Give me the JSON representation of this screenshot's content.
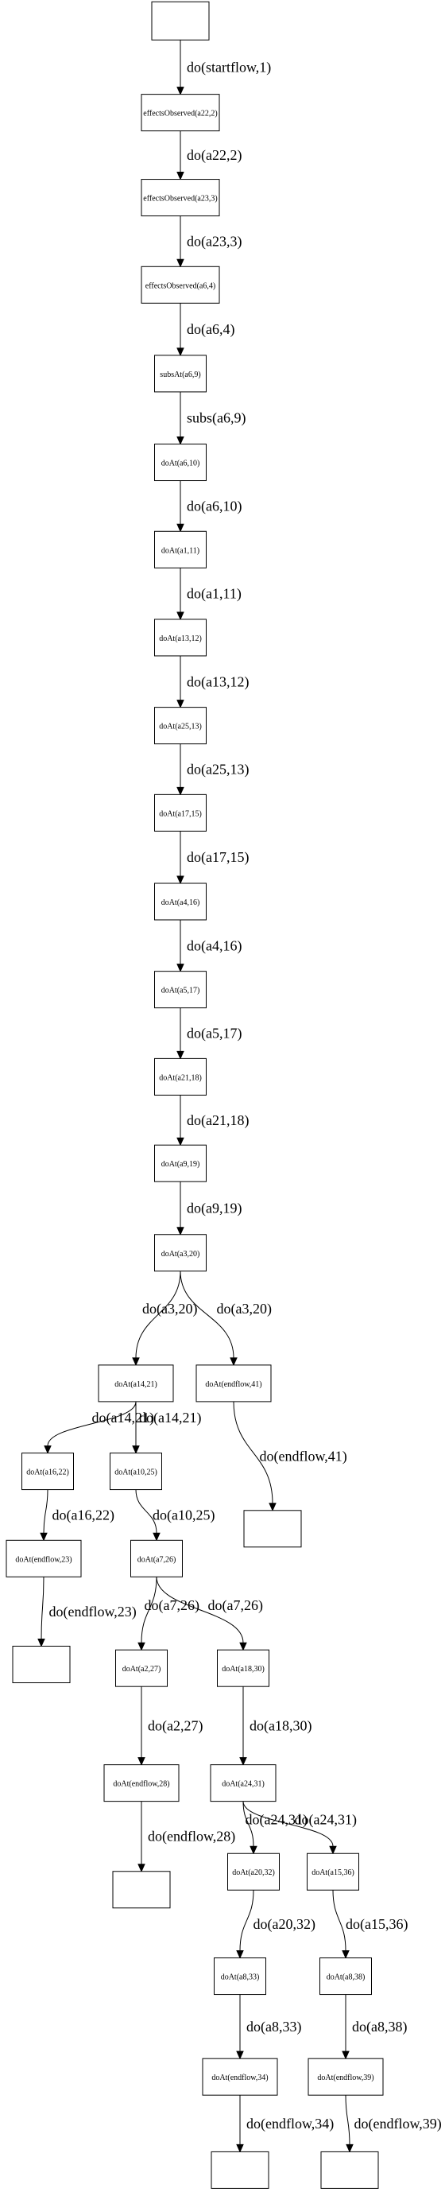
{
  "nodes": [
    {
      "id": "n0",
      "label": ""
    },
    {
      "id": "n1",
      "label": "effectsObserved(a22,2)"
    },
    {
      "id": "n2",
      "label": "effectsObserved(a23,3)"
    },
    {
      "id": "n3",
      "label": "effectsObserved(a6,4)"
    },
    {
      "id": "n4",
      "label": "subsAt(a6,9)"
    },
    {
      "id": "n5",
      "label": "doAt(a6,10)"
    },
    {
      "id": "n6",
      "label": "doAt(a1,11)"
    },
    {
      "id": "n7",
      "label": "doAt(a13,12)"
    },
    {
      "id": "n8",
      "label": "doAt(a25,13)"
    },
    {
      "id": "n9",
      "label": "doAt(a17,15)"
    },
    {
      "id": "n10",
      "label": "doAt(a4,16)"
    },
    {
      "id": "n11",
      "label": "doAt(a5,17)"
    },
    {
      "id": "n12",
      "label": "doAt(a21,18)"
    },
    {
      "id": "n13",
      "label": "doAt(a9,19)"
    },
    {
      "id": "n14",
      "label": "doAt(a3,20)"
    },
    {
      "id": "n15",
      "label": "doAt(a14,21)"
    },
    {
      "id": "n16",
      "label": "doAt(endflow,41)"
    },
    {
      "id": "n17",
      "label": "doAt(a16,22)"
    },
    {
      "id": "n18",
      "label": "doAt(a10,25)"
    },
    {
      "id": "n19",
      "label": ""
    },
    {
      "id": "n20",
      "label": "doAt(endflow,23)"
    },
    {
      "id": "n21",
      "label": "doAt(a7,26)"
    },
    {
      "id": "n22",
      "label": ""
    },
    {
      "id": "n23",
      "label": "doAt(a2,27)"
    },
    {
      "id": "n24",
      "label": "doAt(a18,30)"
    },
    {
      "id": "n25",
      "label": "doAt(endflow,28)"
    },
    {
      "id": "n26",
      "label": "doAt(a24,31)"
    },
    {
      "id": "n27",
      "label": ""
    },
    {
      "id": "n28",
      "label": "doAt(a20,32)"
    },
    {
      "id": "n29",
      "label": "doAt(a15,36)"
    },
    {
      "id": "n30",
      "label": "doAt(a8,33)"
    },
    {
      "id": "n31",
      "label": "doAt(a8,38)"
    },
    {
      "id": "n32",
      "label": "doAt(endflow,34)"
    },
    {
      "id": "n33",
      "label": "doAt(endflow,39)"
    },
    {
      "id": "n34",
      "label": ""
    },
    {
      "id": "n35",
      "label": ""
    }
  ],
  "edges": [
    {
      "from": "n0",
      "to": "n1",
      "label": "do(startflow,1)"
    },
    {
      "from": "n1",
      "to": "n2",
      "label": "do(a22,2)"
    },
    {
      "from": "n2",
      "to": "n3",
      "label": "do(a23,3)"
    },
    {
      "from": "n3",
      "to": "n4",
      "label": "do(a6,4)"
    },
    {
      "from": "n4",
      "to": "n5",
      "label": "subs(a6,9)"
    },
    {
      "from": "n5",
      "to": "n6",
      "label": "do(a6,10)"
    },
    {
      "from": "n6",
      "to": "n7",
      "label": "do(a1,11)"
    },
    {
      "from": "n7",
      "to": "n8",
      "label": "do(a13,12)"
    },
    {
      "from": "n8",
      "to": "n9",
      "label": "do(a25,13)"
    },
    {
      "from": "n9",
      "to": "n10",
      "label": "do(a17,15)"
    },
    {
      "from": "n10",
      "to": "n11",
      "label": "do(a4,16)"
    },
    {
      "from": "n11",
      "to": "n12",
      "label": "do(a5,17)"
    },
    {
      "from": "n12",
      "to": "n13",
      "label": "do(a21,18)"
    },
    {
      "from": "n13",
      "to": "n14",
      "label": "do(a9,19)"
    },
    {
      "from": "n14",
      "to": "n15",
      "label": "do(a3,20)"
    },
    {
      "from": "n14",
      "to": "n16",
      "label": "do(a3,20)"
    },
    {
      "from": "n15",
      "to": "n17",
      "label": "do(a14,21)"
    },
    {
      "from": "n15",
      "to": "n18",
      "label": "do(a14,21)"
    },
    {
      "from": "n16",
      "to": "n19",
      "label": "do(endflow,41)"
    },
    {
      "from": "n17",
      "to": "n20",
      "label": "do(a16,22)"
    },
    {
      "from": "n18",
      "to": "n21",
      "label": "do(a10,25)"
    },
    {
      "from": "n20",
      "to": "n22",
      "label": "do(endflow,23)"
    },
    {
      "from": "n21",
      "to": "n23",
      "label": "do(a7,26)"
    },
    {
      "from": "n21",
      "to": "n24",
      "label": "do(a7,26)"
    },
    {
      "from": "n23",
      "to": "n25",
      "label": "do(a2,27)"
    },
    {
      "from": "n24",
      "to": "n26",
      "label": "do(a18,30)"
    },
    {
      "from": "n25",
      "to": "n27",
      "label": "do(endflow,28)"
    },
    {
      "from": "n26",
      "to": "n28",
      "label": "do(a24,31)"
    },
    {
      "from": "n26",
      "to": "n29",
      "label": "do(a24,31)"
    },
    {
      "from": "n28",
      "to": "n30",
      "label": "do(a20,32)"
    },
    {
      "from": "n29",
      "to": "n31",
      "label": "do(a15,36)"
    },
    {
      "from": "n30",
      "to": "n32",
      "label": "do(a8,33)"
    },
    {
      "from": "n31",
      "to": "n33",
      "label": "do(a8,38)"
    },
    {
      "from": "n32",
      "to": "n34",
      "label": "do(endflow,34)"
    },
    {
      "from": "n33",
      "to": "n35",
      "label": "do(endflow,39)"
    }
  ]
}
